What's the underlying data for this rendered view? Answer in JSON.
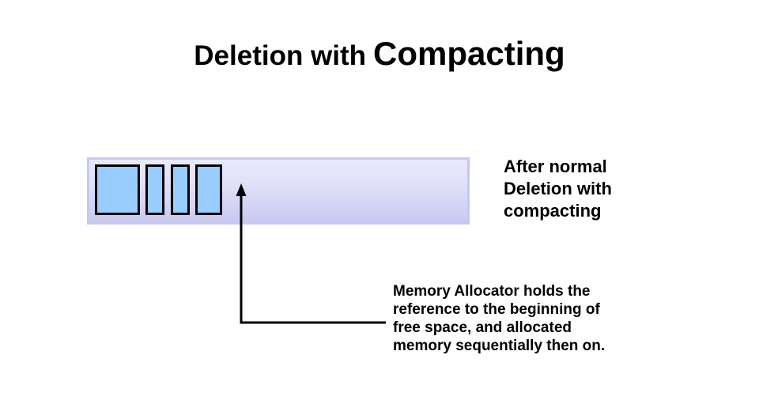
{
  "slide": {
    "title": {
      "regular": "Deletion with",
      "emphasis": "Compacting"
    },
    "memory_bar": {
      "allocated_block_count": 4,
      "colors": {
        "bar_fill_top": "#eaeafc",
        "bar_fill_bottom": "#c9c9f1",
        "bar_border": "#c7c7ef",
        "block_fill": "#99ccff",
        "block_border": "#000000",
        "arrow": "#000000"
      }
    },
    "side_label": {
      "lines": [
        "After normal",
        "Deletion with",
        "compacting"
      ]
    },
    "annotation": {
      "lines": [
        "Memory Allocator holds the",
        "reference to the beginning of",
        "free space, and allocated",
        "memory sequentially then on."
      ]
    }
  }
}
